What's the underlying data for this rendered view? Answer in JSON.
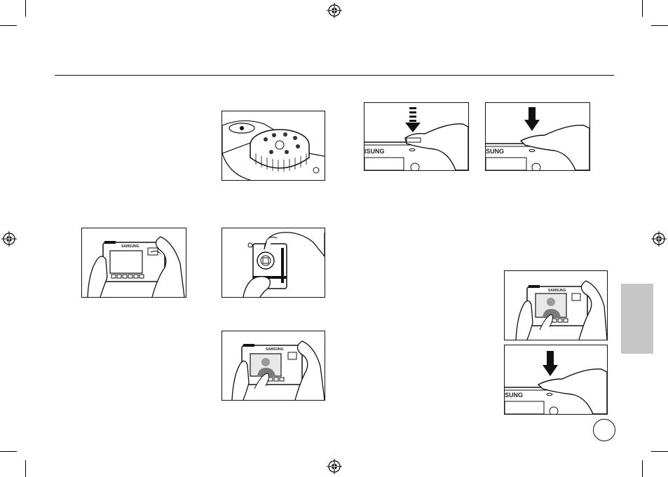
{
  "document": {
    "camera_brand_full": "SAMSUNG",
    "camera_brand_cropped_a": "ISUNG",
    "camera_brand_cropped_b": "SUNG"
  },
  "illustrations": [
    {
      "id": "mode-dial",
      "description_icon": "mode-dial-icon"
    },
    {
      "id": "shutter-half-press",
      "description_icon": "dashed-down-arrow-icon"
    },
    {
      "id": "shutter-full-press",
      "description_icon": "solid-down-arrow-icon"
    },
    {
      "id": "horizontal-grip",
      "description_icon": "camera-back-icon"
    },
    {
      "id": "vertical-grip",
      "description_icon": "camera-front-icon"
    },
    {
      "id": "framing-subject",
      "description_icon": "camera-back-portrait-icon"
    },
    {
      "id": "framing-subject-small",
      "description_icon": "camera-back-portrait-icon"
    },
    {
      "id": "shutter-full-press-small",
      "description_icon": "solid-down-arrow-icon"
    }
  ],
  "colors": {
    "tab": "#c6c6c6",
    "ink": "#111111"
  }
}
